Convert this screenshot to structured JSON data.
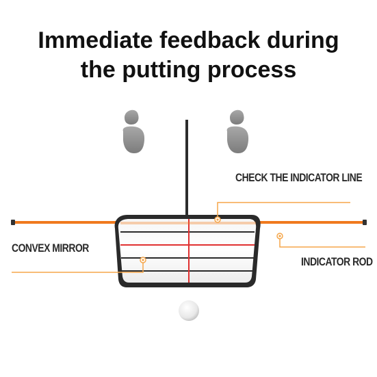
{
  "title": {
    "line1": "Immediate feedback during",
    "line2": "the putting process"
  },
  "callouts": {
    "indicator_line": "CHECK THE INDICATOR LINE",
    "convex_mirror": "CONVEX MIRROR",
    "indicator_rod": "INDICATOR ROD"
  },
  "colors": {
    "rod": "#f07a1e",
    "callout_line": "#f5a64a",
    "mirror_frame": "#222222",
    "mirror_red_line": "#e03030",
    "shoe": "#8e8e8e"
  },
  "icons": [
    "left-shoe-icon",
    "right-shoe-icon",
    "golf-ball-icon",
    "convex-mirror",
    "indicator-rod",
    "vertical-alignment-stick"
  ]
}
